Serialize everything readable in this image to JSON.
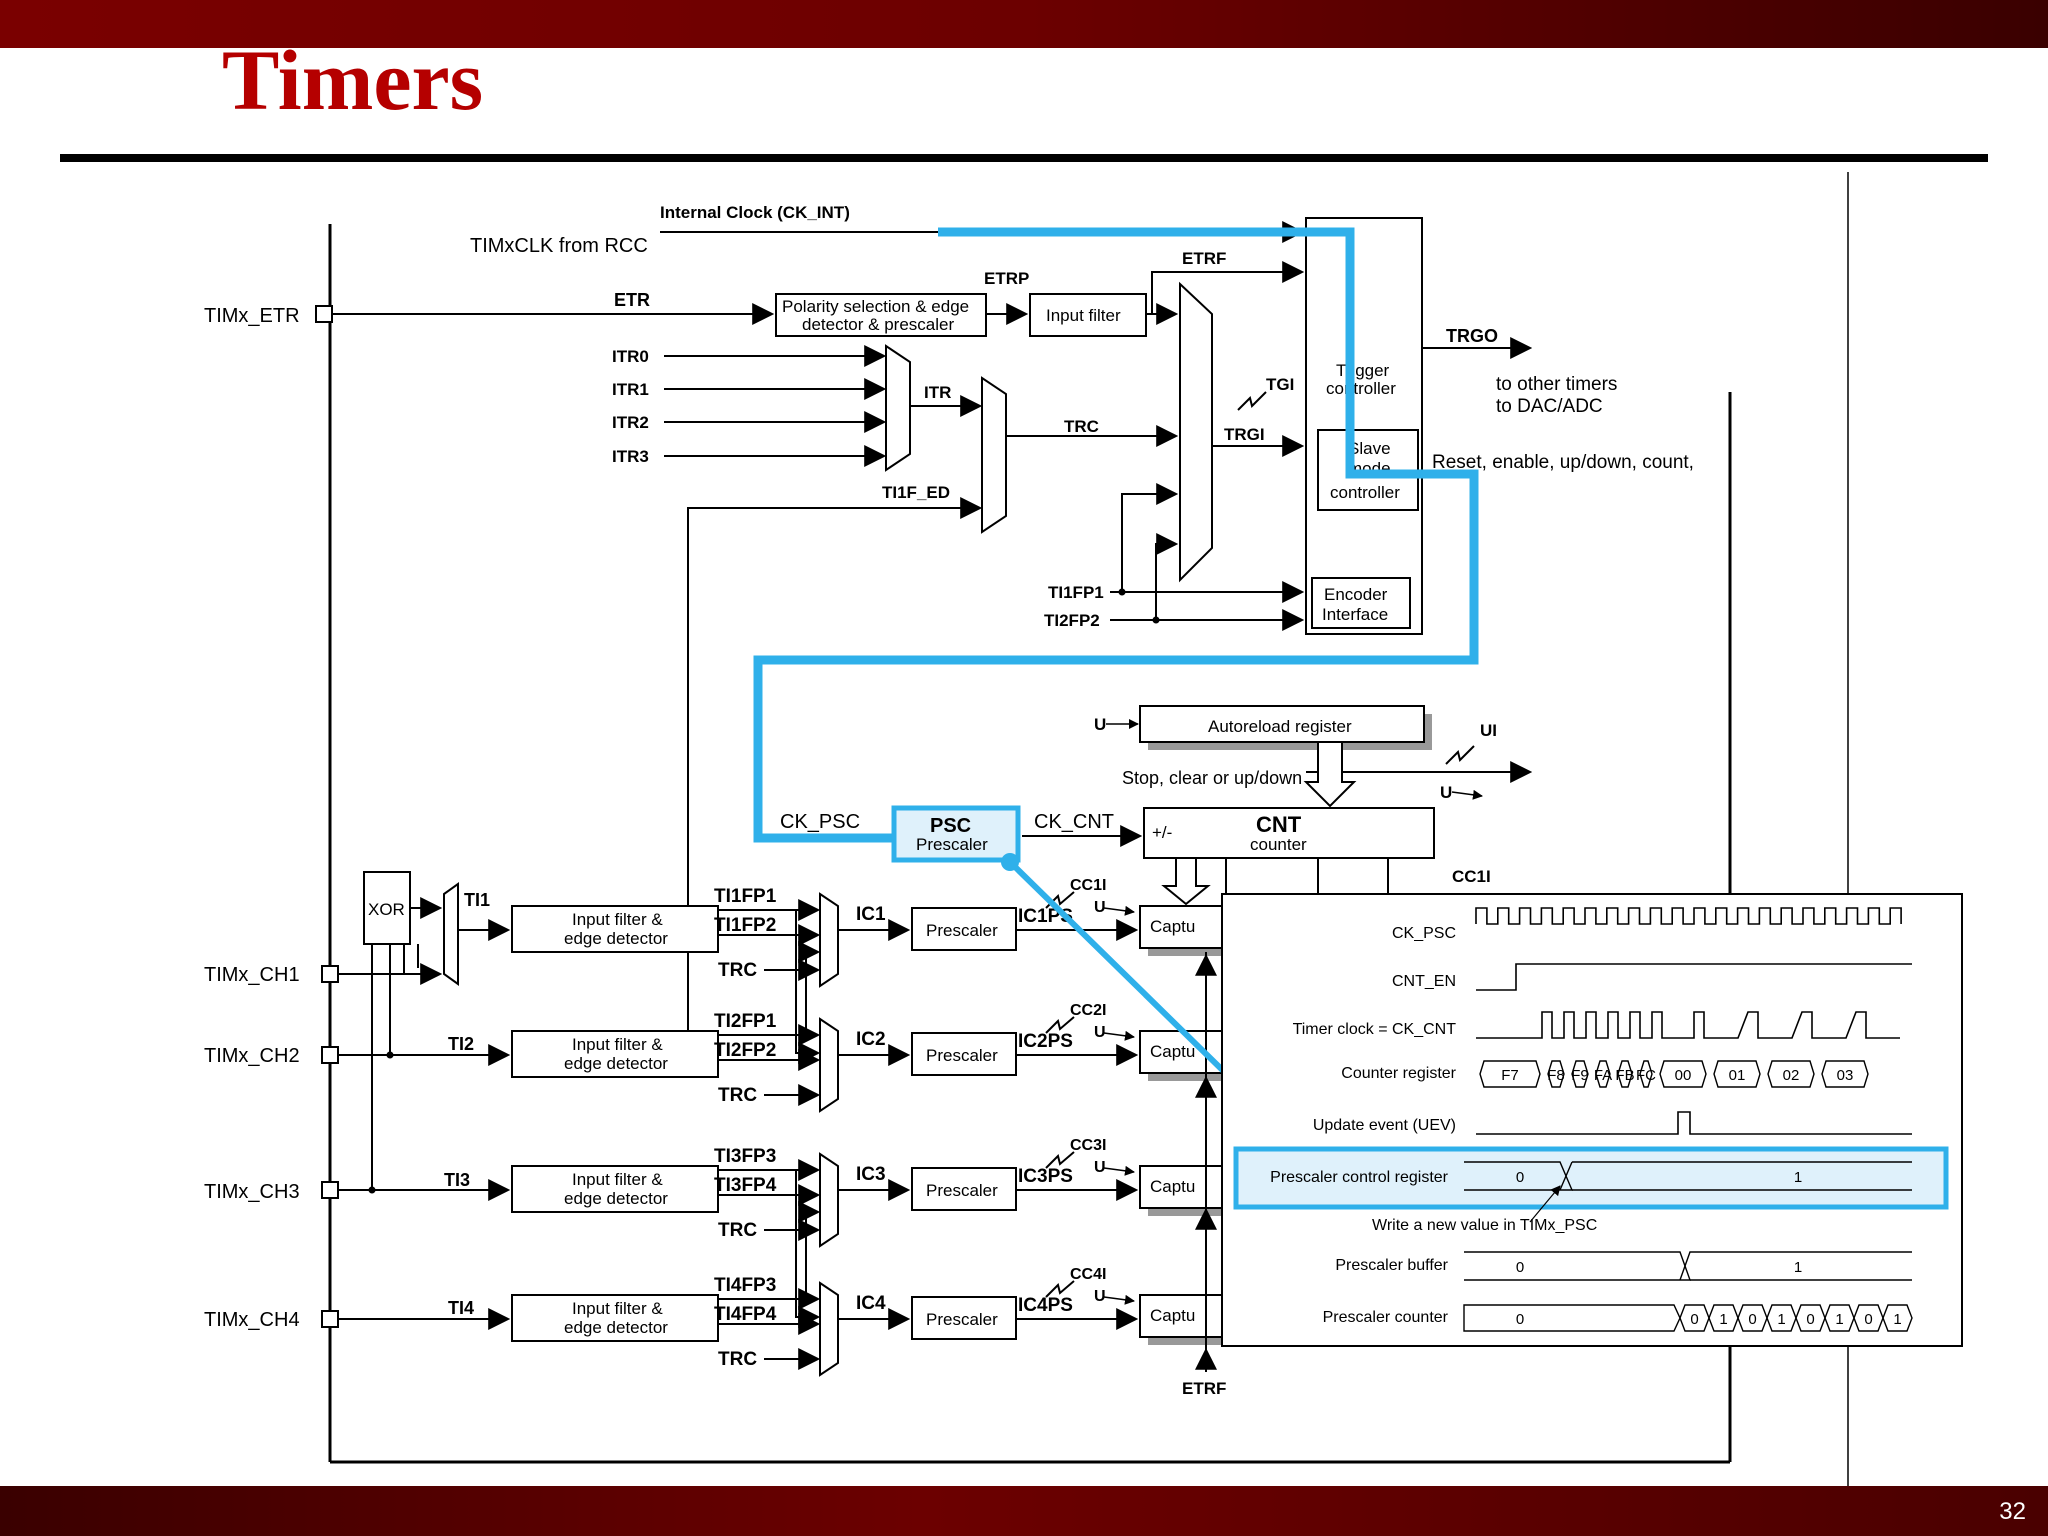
{
  "slide": {
    "title": "Timers",
    "number": "32"
  },
  "block_diagram": {
    "clock_in": {
      "internal_clock": "Internal Clock (CK_INT)",
      "timxclk": "TIMxCLK from RCC"
    },
    "pins": {
      "etr": "TIMx_ETR",
      "ch1": "TIMx_CH1",
      "ch2": "TIMx_CH2",
      "ch3": "TIMx_CH3",
      "ch4": "TIMx_CH4"
    },
    "signals": {
      "etr": "ETR",
      "etrp": "ETRP",
      "etrf": "ETRF",
      "etrf_bottom": "ETRF",
      "itr0": "ITR0",
      "itr1": "ITR1",
      "itr2": "ITR2",
      "itr3": "ITR3",
      "itr": "ITR",
      "trc": "TRC",
      "ti1f_ed": "TI1F_ED",
      "tgi": "TGI",
      "trgi": "TRGI",
      "trgo": "TRGO",
      "ti1fp1_top": "TI1FP1",
      "ti2fp2_top": "TI2FP2",
      "ck_psc": "CK_PSC",
      "ck_cnt": "CK_CNT",
      "u1": "U",
      "u2": "U",
      "ui": "UI",
      "ti1": "TI1",
      "ti2": "TI2",
      "ti3": "TI3",
      "ti4": "TI4",
      "ti1fp1": "TI1FP1",
      "ti1fp2": "TI1FP2",
      "ti2fp1": "TI2FP1",
      "ti2fp2": "TI2FP2",
      "ti3fp3": "TI3FP3",
      "ti3fp4": "TI3FP4",
      "ti4fp3": "TI4FP3",
      "ti4fp4": "TI4FP4",
      "trc1": "TRC",
      "trc2": "TRC",
      "trc3": "TRC",
      "trc4": "TRC",
      "ic1": "IC1",
      "ic2": "IC2",
      "ic3": "IC3",
      "ic4": "IC4",
      "ic1ps": "IC1PS",
      "ic2ps": "IC2PS",
      "ic3ps": "IC3PS",
      "ic4ps": "IC4PS",
      "cc1i": "CC1I",
      "cc2i": "CC2I",
      "cc3i": "CC3I",
      "cc4i": "CC4I",
      "cc1i_right": "CC1I",
      "u_ic1": "U",
      "u_ic2": "U",
      "u_ic3": "U",
      "u_ic4": "U"
    },
    "blocks": {
      "polarity_line1": "Polarity selection & edge",
      "polarity_line2": "detector & prescaler",
      "input_filter": "Input filter",
      "trigger_controller_1": "Trigger",
      "trigger_controller_2": "controller",
      "slave_mode_1": "Slave",
      "slave_mode_2": "mode",
      "slave_mode_3": "controller",
      "encoder_1": "Encoder",
      "encoder_2": "Interface",
      "autoreload": "Autoreload register",
      "psc_title": "PSC",
      "psc_sub": "Prescaler",
      "cnt_title": "CNT",
      "cnt_sub": "counter",
      "cnt_plusminus": "+/-",
      "xor": "XOR",
      "input_filter_edge_1": "Input filter &",
      "input_filter_edge_2": "edge detector",
      "prescaler": "Prescaler",
      "capture": "Captu"
    },
    "annotations": {
      "to_other_timers": "to other timers",
      "to_dac_adc": "to DAC/ADC",
      "reset_enable": "Reset, enable, up/down, count,",
      "stop_clear": "Stop, clear or up/down"
    }
  },
  "timing_diagram": {
    "rows": {
      "ck_psc": "CK_PSC",
      "cnt_en": "CNT_EN",
      "timer_clock": "Timer clock = CK_CNT",
      "counter_register": "Counter register",
      "update_event": "Update event (UEV)",
      "prescaler_control": "Prescaler control register",
      "write_note": "Write a new value in TIMx_PSC",
      "prescaler_buffer": "Prescaler buffer",
      "prescaler_counter": "Prescaler counter"
    },
    "counter_values": [
      "F7",
      "F8",
      "F9",
      "FA",
      "FB",
      "FC",
      "00",
      "01",
      "02",
      "03"
    ],
    "prescaler_control_values": [
      "0",
      "1"
    ],
    "prescaler_buffer_values": [
      "0",
      "1"
    ],
    "prescaler_counter_values": [
      "0",
      "0",
      "1",
      "0",
      "1",
      "0",
      "1",
      "0",
      "1"
    ]
  },
  "colors": {
    "highlight": "#2fb0ea",
    "highlight_fill": "#dff1fb",
    "title": "#b50000",
    "bar": "#6c0000"
  }
}
